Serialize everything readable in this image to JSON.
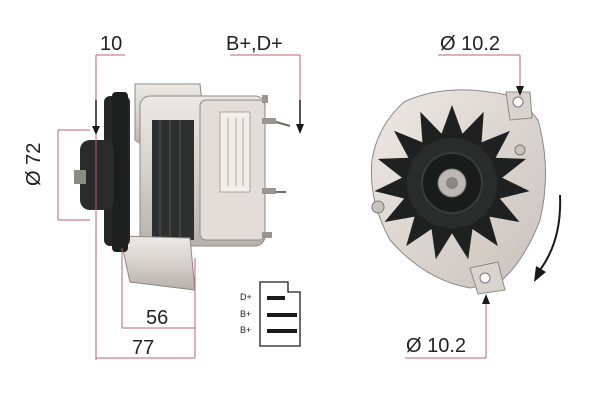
{
  "dimensions": {
    "width_10": "10",
    "terminals": "B+,D+",
    "diameter_72": "Ø 72",
    "length_56": "56",
    "length_77": "77",
    "diameter_top": "Ø 10.2",
    "diameter_bottom": "Ø 10.2"
  },
  "connector": {
    "pins": [
      "D+",
      "B+",
      "B+"
    ]
  },
  "colors": {
    "dimension_line": "#c06070",
    "body": "#d8d4cf",
    "fan": "#2a2c2c",
    "arrow": "#1a1a1a"
  }
}
